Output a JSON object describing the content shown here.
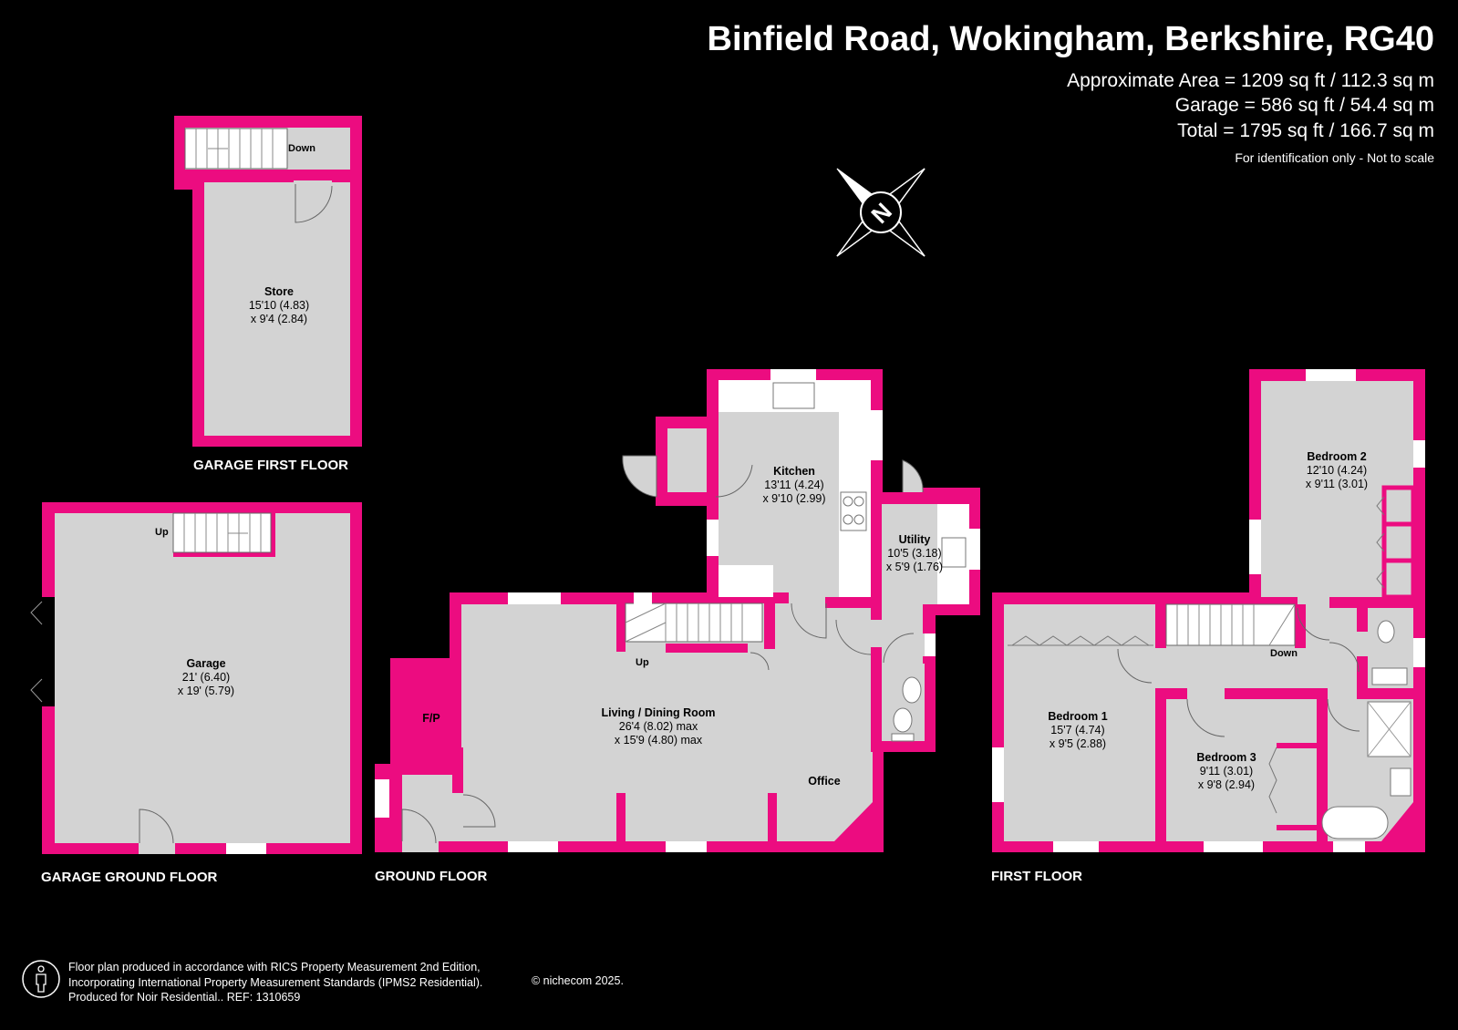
{
  "header": {
    "title": "Binfield Road, Wokingham, Berkshire, RG40",
    "areas": [
      "Approximate Area = 1209 sq ft / 112.3 sq m",
      "Garage = 586 sq ft / 54.4 sq m",
      "Total = 1795 sq ft / 166.7 sq m"
    ],
    "note": "For identification only - Not to scale"
  },
  "floors": {
    "garage_first": "GARAGE FIRST FLOOR",
    "garage_ground": "GARAGE GROUND FLOOR",
    "ground": "GROUND FLOOR",
    "first": "FIRST FLOOR"
  },
  "rooms": {
    "store": {
      "name": "Store",
      "dim1": "15'10 (4.83)",
      "dim2": "x 9'4 (2.84)"
    },
    "garage": {
      "name": "Garage",
      "dim1": "21' (6.40)",
      "dim2": "x 19' (5.79)"
    },
    "kitchen": {
      "name": "Kitchen",
      "dim1": "13'11 (4.24)",
      "dim2": "x 9'10 (2.99)"
    },
    "utility": {
      "name": "Utility",
      "dim1": "10'5 (3.18)",
      "dim2": "x 5'9 (1.76)"
    },
    "living": {
      "name": "Living / Dining Room",
      "dim1": "26'4 (8.02) max",
      "dim2": "x 15'9 (4.80) max"
    },
    "office": {
      "name": "Office"
    },
    "fp": {
      "name": "F/P"
    },
    "bedroom1": {
      "name": "Bedroom 1",
      "dim1": "15'7 (4.74)",
      "dim2": "x 9'5 (2.88)"
    },
    "bedroom2": {
      "name": "Bedroom 2",
      "dim1": "12'10 (4.24)",
      "dim2": "x 9'11 (3.01)"
    },
    "bedroom3": {
      "name": "Bedroom 3",
      "dim1": "9'11 (3.01)",
      "dim2": "x 9'8 (2.94)"
    }
  },
  "stair_labels": {
    "store_down": "Down",
    "garage_up": "Up",
    "ground_up": "Up",
    "first_down": "Down"
  },
  "compass": {
    "letter": "N"
  },
  "footer": {
    "line1": "Floor plan produced in accordance with RICS Property Measurement 2nd Edition,",
    "line2": "Incorporating International Property Measurement Standards (IPMS2 Residential).",
    "line3": "Produced for Noir Residential..   REF: 1310659",
    "copyright": "© nichecom 2025."
  },
  "colors": {
    "wall": "#ec0c80",
    "floor": "#d3d3d3",
    "background": "#000000",
    "fixture": "#ffffff"
  }
}
